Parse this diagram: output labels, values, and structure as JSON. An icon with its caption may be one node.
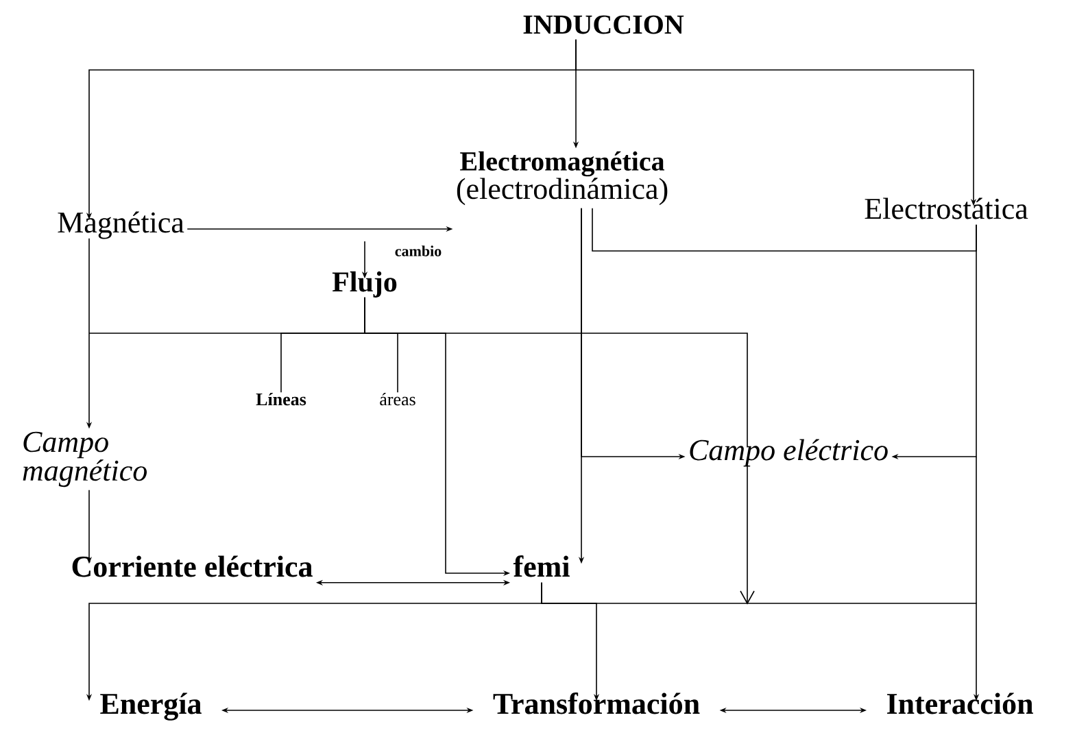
{
  "diagram": {
    "nodes": [
      {
        "text": [
          "INDUCCION"
        ]
      },
      {
        "text": [
          "Electromagnética",
          "(electrodinámica)"
        ]
      },
      {
        "text": [
          "Magnética"
        ]
      },
      {
        "text": [
          "Electrostática"
        ]
      },
      {
        "text": [
          "Flujo"
        ]
      },
      {
        "text": [
          "Líneas"
        ]
      },
      {
        "text": [
          "áreas"
        ]
      },
      {
        "text": [
          "Campo magnético"
        ]
      },
      {
        "text": [
          "Campo eléctrico"
        ]
      },
      {
        "text": [
          "Corriente eléctrica"
        ]
      },
      {
        "text": [
          "femi"
        ]
      },
      {
        "text": [
          "Energía"
        ]
      },
      {
        "text": [
          "Transformación"
        ]
      },
      {
        "text": [
          "Interacción"
        ]
      }
    ],
    "edges": [
      {
        "from": 0,
        "to": 2,
        "arrow": "to"
      },
      {
        "from": 0,
        "to": 1,
        "arrow": "to"
      },
      {
        "from": 0,
        "to": 3,
        "arrow": "to"
      },
      {
        "from": 2,
        "to": 1,
        "arrow": "to"
      },
      {
        "from": null,
        "to": 4,
        "arrow": "to",
        "label": "cambio"
      },
      {
        "from": 4,
        "to": 5,
        "arrow": "none"
      },
      {
        "from": 4,
        "to": 6,
        "arrow": "none"
      },
      {
        "from": 4,
        "to": 10,
        "arrow": "to"
      },
      {
        "from": 9,
        "to": 10,
        "arrow": "both"
      },
      {
        "from": 1,
        "to": 10,
        "arrow": "to"
      },
      {
        "from": 1,
        "to": 3,
        "arrow": "none"
      },
      {
        "from": 3,
        "to": 8,
        "arrow": "to"
      },
      {
        "from": 1,
        "to": 8,
        "arrow": "to"
      },
      {
        "from": 2,
        "to": 7,
        "arrow": "to"
      },
      {
        "from": 7,
        "to": 9,
        "arrow": "to"
      },
      {
        "from": 10,
        "to": 11,
        "arrow": "to"
      },
      {
        "from": 10,
        "to": 12,
        "arrow": "to"
      },
      {
        "from": 10,
        "to": 13,
        "arrow": "to"
      },
      {
        "from": 11,
        "to": 12,
        "arrow": "both"
      },
      {
        "from": 12,
        "to": 13,
        "arrow": "both"
      }
    ]
  }
}
